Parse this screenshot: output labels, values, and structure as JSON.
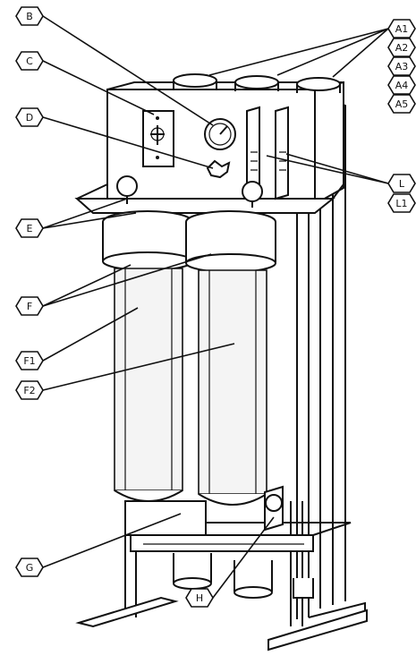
{
  "callouts": {
    "B": "B",
    "C": "C",
    "D": "D",
    "E": "E",
    "F": "F",
    "F1": "F1",
    "F2": "F2",
    "G": "G",
    "H": "H",
    "A1": "A1",
    "A2": "A2",
    "A3": "A3",
    "A4": "A4",
    "A5": "A5",
    "L": "L",
    "L1": "L1"
  },
  "colors": {
    "ink": "#111111",
    "paper": "#ffffff"
  }
}
